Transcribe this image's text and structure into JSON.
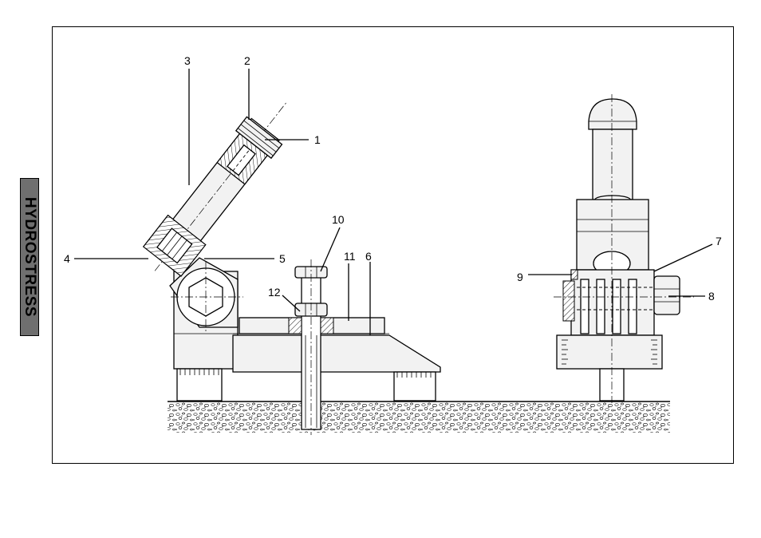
{
  "brand": {
    "text": "HYDROSTRESS"
  },
  "callouts": [
    "1",
    "2",
    "3",
    "4",
    "5",
    "6",
    "7",
    "8",
    "9",
    "10",
    "11",
    "12"
  ]
}
